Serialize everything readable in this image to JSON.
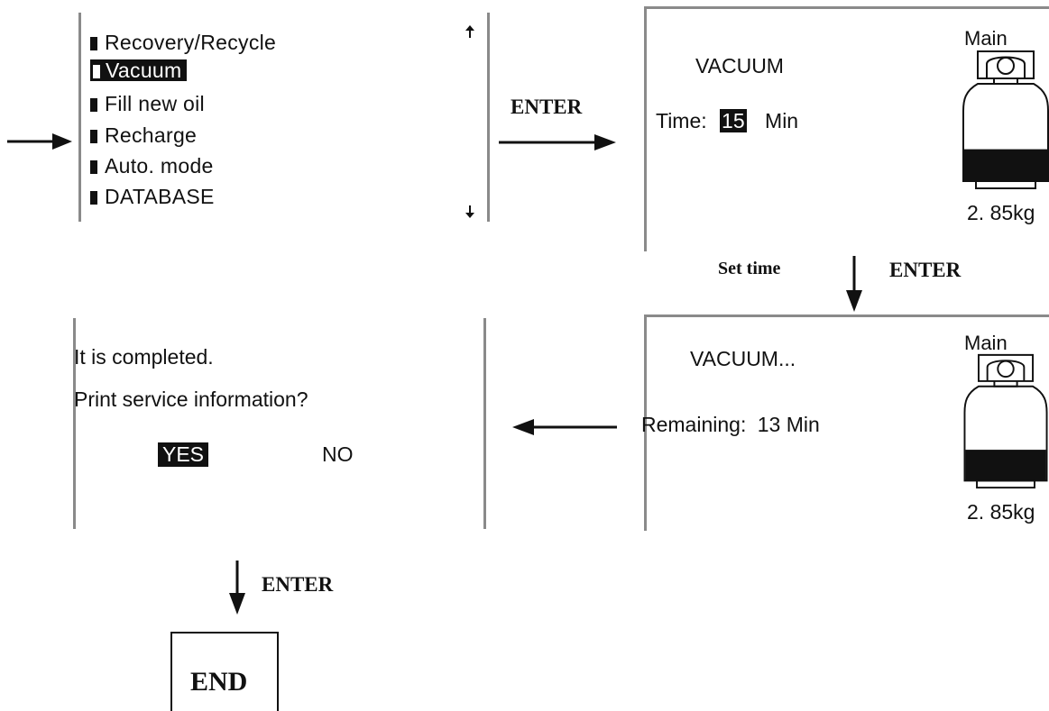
{
  "menu": {
    "items": [
      {
        "label": "Recovery/Recycle"
      },
      {
        "label": "Vacuum",
        "selected": true
      },
      {
        "label": "Fill new oil"
      },
      {
        "label": "Recharge"
      },
      {
        "label": "Auto. mode"
      },
      {
        "label": "DATABASE"
      }
    ],
    "scroll_up_icon": "up-arrow-icon",
    "scroll_down_icon": "down-arrow-icon"
  },
  "arrows": {
    "enter_1": "ENTER",
    "set_time": "Set time",
    "enter_2": "ENTER",
    "enter_3": "ENTER"
  },
  "vacuum_setup": {
    "title": "VACUUM",
    "time_label": "Time:",
    "time_value": "15",
    "time_unit": "Min",
    "tank_label": "Main",
    "tank_weight": "2. 85kg",
    "tank_fill_fraction": 0.3
  },
  "vacuum_running": {
    "title": "VACUUM...",
    "remaining_label": "Remaining:",
    "remaining_value": "13 Min",
    "tank_label": "Main",
    "tank_weight": "2. 85kg",
    "tank_fill_fraction": 0.3
  },
  "completed": {
    "line1": "It is completed.",
    "line2": "Print service information?",
    "yes_label": "YES",
    "no_label": "NO"
  },
  "end_label": "END",
  "colors": {
    "ink": "#111111",
    "frame": "#8a8a8a",
    "background": "#ffffff"
  }
}
